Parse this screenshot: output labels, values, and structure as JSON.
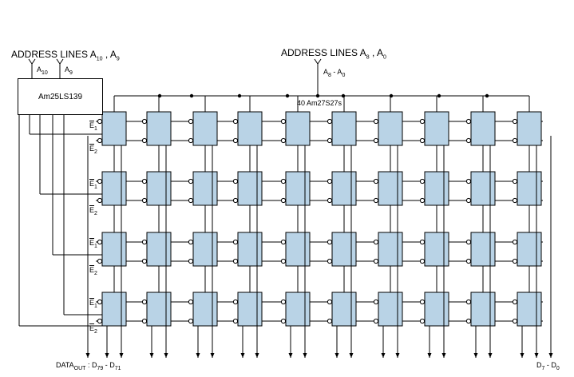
{
  "title_left": {
    "main": "ADDRESS LINES A",
    "sub1": "10",
    "sep": " , A",
    "sub2": "9"
  },
  "title_right": {
    "main": "ADDRESS LINES A",
    "sub1": "8",
    "sep": " , A",
    "sub2": "0"
  },
  "pin_a10": {
    "main": "A",
    "sub": "10"
  },
  "pin_a9": {
    "main": "A",
    "sub": "9"
  },
  "pin_a8_a0": {
    "a": "A",
    "s1": "8",
    "dash": " - A",
    "s2": "0"
  },
  "decoder_label": "Am25LS139",
  "array_label": "40 Am27S27s",
  "enable_labels": {
    "e1_main": "E",
    "e1_sub": "1",
    "e2_main": "E",
    "e2_sub": "2"
  },
  "output_left": {
    "a": "DATA",
    "out": "OUT",
    "colon": " : D",
    "s1": "79",
    "dash": " - D",
    "s2": "71"
  },
  "output_right": {
    "a": "D",
    "s1": "7",
    "dash": " - D",
    "s2": "0"
  },
  "colors": {
    "chip_fill": "#b9d3e6",
    "line": "#000000",
    "background": "#ffffff"
  },
  "grid": {
    "rows": 4,
    "columns": 10
  }
}
